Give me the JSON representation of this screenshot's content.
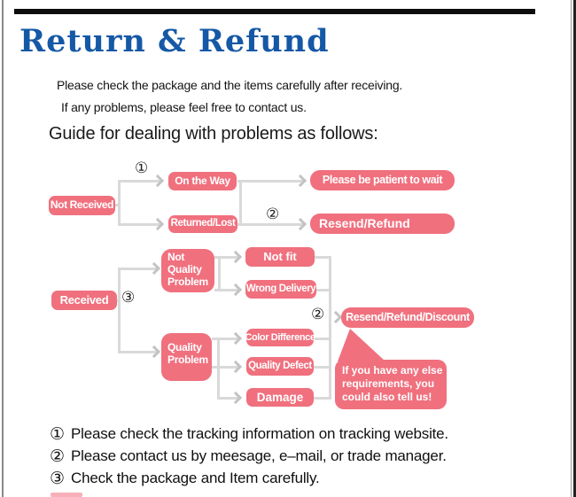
{
  "colors": {
    "accent_pink": "#F0707E",
    "title_blue": "#1558A6",
    "connector_gray": "#D9D9D9",
    "top_bar_black": "#0D0D0D"
  },
  "header": {
    "title": "Return & Refund"
  },
  "intro": {
    "line1": "Please check the package and the items carefully after receiving.",
    "line2": "If any problems, please feel free to contact us."
  },
  "guide": {
    "heading": "Guide for dealing with problems as follows:"
  },
  "flow_not_received": {
    "root": "Not Received",
    "marker_1": "①",
    "on_the_way": "On the Way",
    "returned_lost": "Returned/Lost",
    "marker_2": "②",
    "be_patient": "Please be patient to wait",
    "resend_refund": "Resend/Refund"
  },
  "flow_received": {
    "root": "Received",
    "marker_3": "③",
    "not_quality_problem": "Not Quality Problem",
    "not_fit": "Not fit",
    "wrong_delivery": "Wrong Delivery",
    "quality_problem": "Quality Problem",
    "color_difference": "Color Difference",
    "quality_defect": "Quality Defect",
    "damage": "Damage",
    "marker_2": "②",
    "resend_refund_discount": "Resend/Refund/Discount",
    "bubble": "If you have any else requirements, you could also tell us!"
  },
  "notes": [
    {
      "marker": "①",
      "text": "Please check the tracking information on tracking website."
    },
    {
      "marker": "②",
      "text": "Please contact us by meesage, e–mail, or trade manager."
    },
    {
      "marker": "③",
      "text": "Check the package and Item carefully."
    }
  ]
}
